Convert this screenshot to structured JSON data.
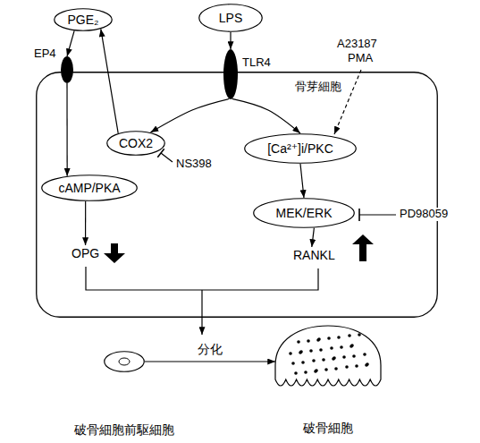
{
  "diagram": {
    "nodes": [
      {
        "text": [
          "PGE₂"
        ]
      },
      {
        "text": [
          "LPS"
        ]
      },
      {
        "text": [
          "骨芽細胞"
        ]
      },
      {
        "text": [
          "EP4"
        ]
      },
      {
        "text": [
          "TLR4"
        ]
      },
      {
        "text": [
          "COX2"
        ],
        "in": 2
      },
      {
        "text": [
          "[Ca²⁺]i/PKC"
        ],
        "in": 2
      },
      {
        "text": [
          "cAMP/PKA"
        ],
        "in": 2
      },
      {
        "text": [
          "MEK/ERK"
        ],
        "in": 2
      },
      {
        "text": [
          "OPG"
        ],
        "in": 2
      },
      {
        "text": [
          "RANKL"
        ],
        "in": 2
      },
      {
        "text": [
          "破骨細胞前駆細胞"
        ]
      },
      {
        "text": [
          "破骨細胞"
        ]
      }
    ],
    "edges": [
      {
        "from": 1,
        "to": 4,
        "arrow": "to"
      },
      {
        "from": 0,
        "to": 3,
        "arrow": "to"
      },
      {
        "from": 4,
        "to": 5,
        "arrow": "to"
      },
      {
        "from": 4,
        "to": 6,
        "arrow": "to"
      },
      {
        "from": 5,
        "to": 0,
        "arrow": "to"
      },
      {
        "from": 3,
        "to": 7,
        "arrow": "to"
      },
      {
        "from": 6,
        "to": 8,
        "arrow": "to"
      },
      {
        "from": 7,
        "to": 9,
        "arrow": "to"
      },
      {
        "from": 8,
        "to": 10,
        "arrow": "to"
      },
      {
        "from": 11,
        "to": 12,
        "label": "分化",
        "arrow": "to"
      }
    ],
    "labels": [
      "A23187",
      "PMA",
      "NS398",
      "PD98059"
    ]
  }
}
